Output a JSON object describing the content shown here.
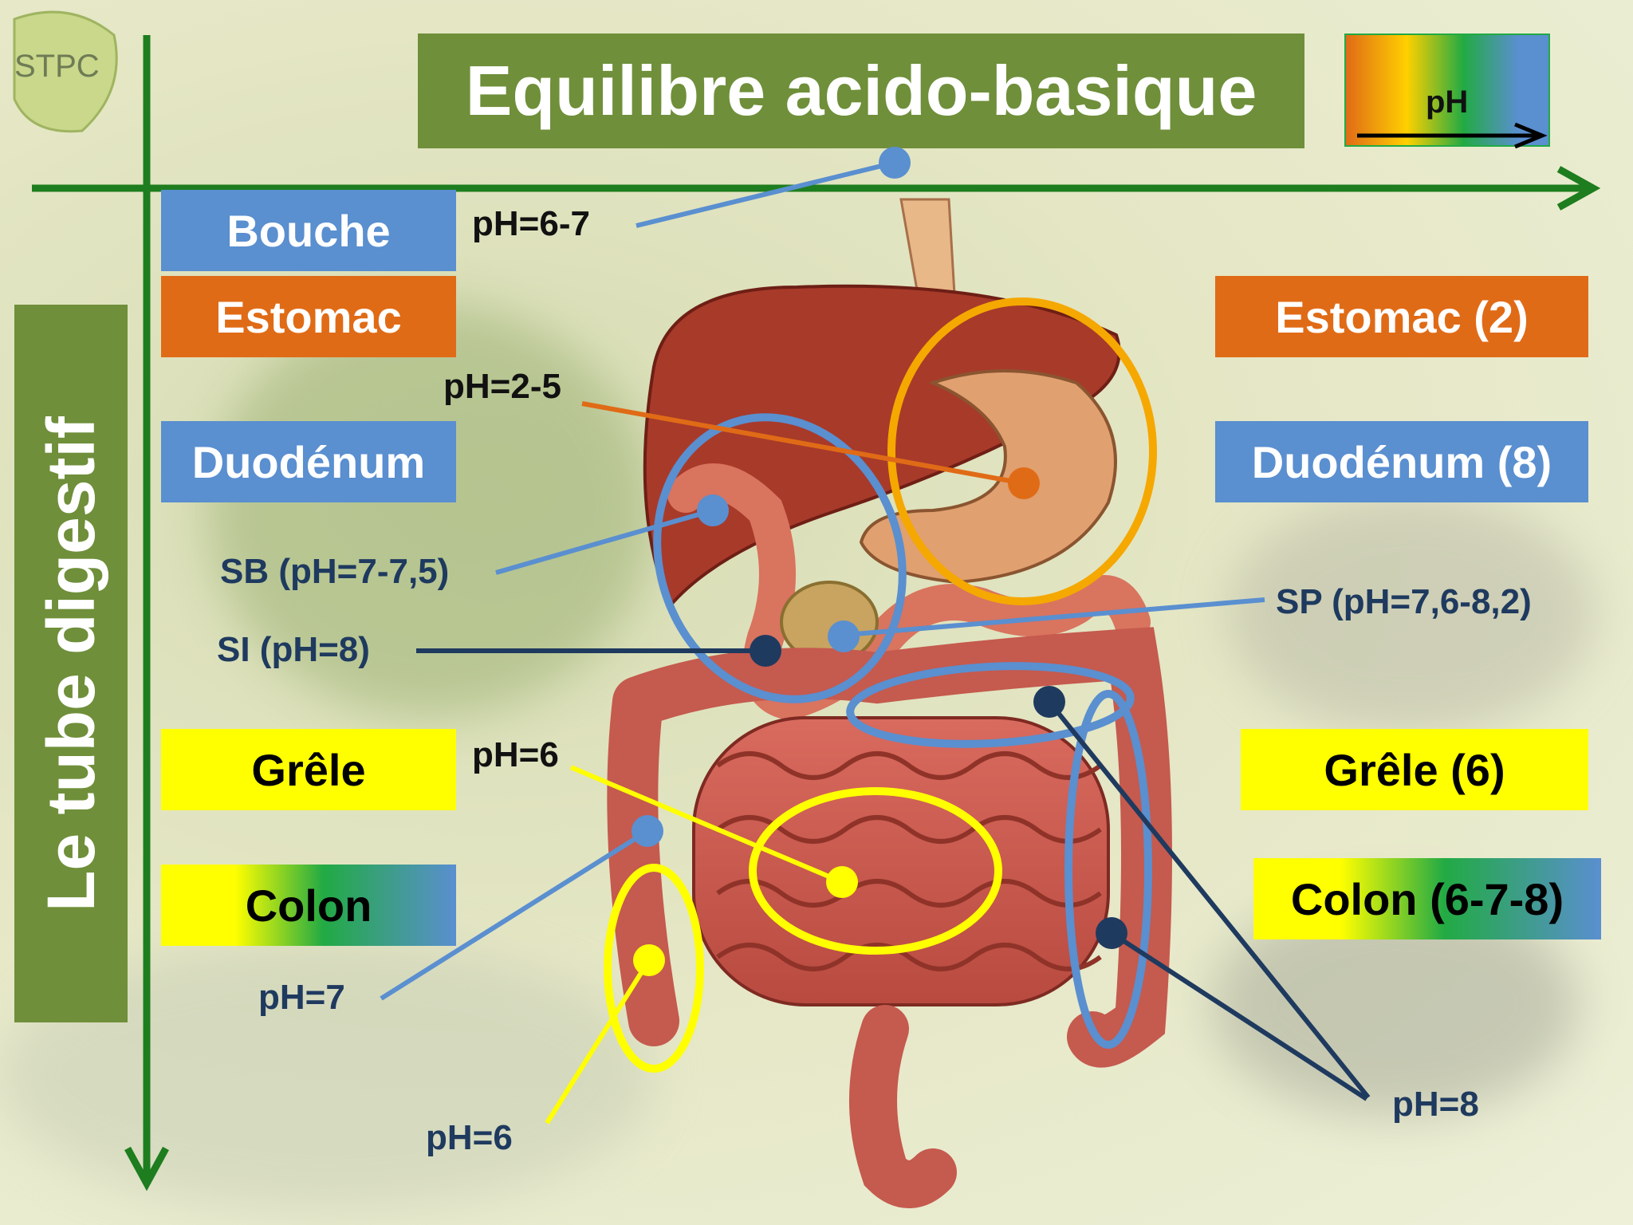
{
  "title": "Equilibre acido-basique",
  "logo_text": "STPC",
  "ph_legend_label": "pH",
  "side_label": "Le tube digestif",
  "left_boxes": {
    "bouche": "Bouche",
    "estomac": "Estomac",
    "duodenum": "Duodénum",
    "grele": "Grêle",
    "colon": "Colon"
  },
  "right_boxes": {
    "estomac": "Estomac (2)",
    "duodenum": "Duodénum (8)",
    "grele": "Grêle (6)",
    "colon": "Colon (6-7-8)"
  },
  "annotations": {
    "bouche_ph": "pH=6-7",
    "estomac_ph": "pH=2-5",
    "sb_ph": "SB  (pH=7-7,5)",
    "si_ph": "SI (pH=8)",
    "sp_ph": "SP (pH=7,6-8,2)",
    "grele_ph": "pH=6",
    "colon_asc_ph": "pH=7",
    "colon_sig_ph": "pH=6",
    "colon_desc_ph": "pH=8"
  },
  "colors": {
    "green_banner": "#6f8f3a",
    "axis_green": "#1e7d1e",
    "blue": "#5a8fd0",
    "orange": "#e06b16",
    "yellow": "#ffff00",
    "navy": "#1f3a5f",
    "gold": "#f5a800"
  }
}
